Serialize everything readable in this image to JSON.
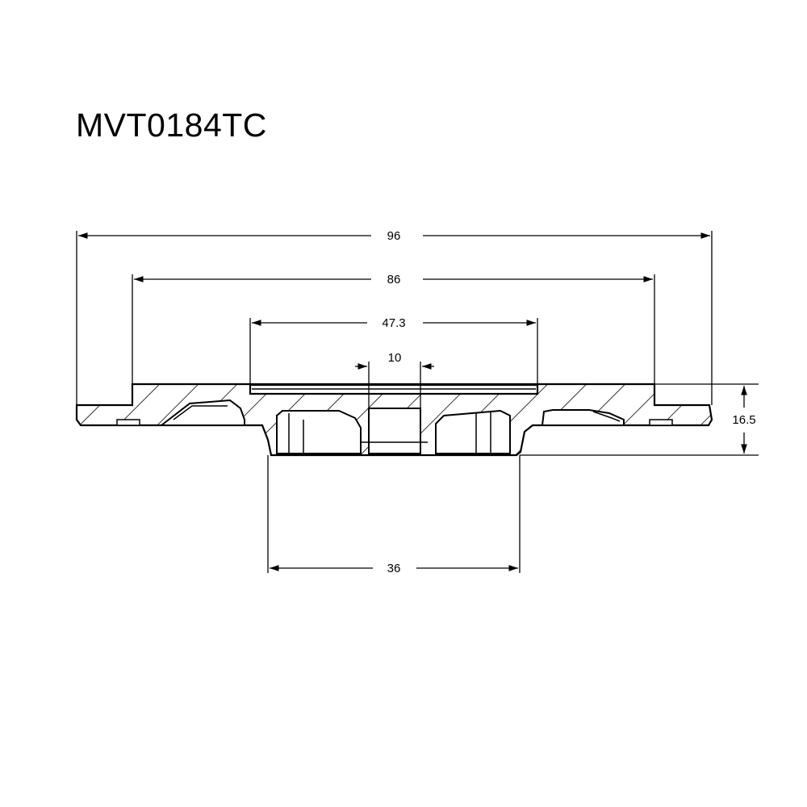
{
  "title": "MVT0184TC",
  "dimensions": {
    "overall_diameter": "96",
    "step_diameter": "86",
    "seal_plate_diameter": "47.3",
    "bore_diameter": "10",
    "hub_diameter": "36",
    "height": "16.5"
  },
  "colors": {
    "line": "#000000",
    "background": "#ffffff"
  }
}
